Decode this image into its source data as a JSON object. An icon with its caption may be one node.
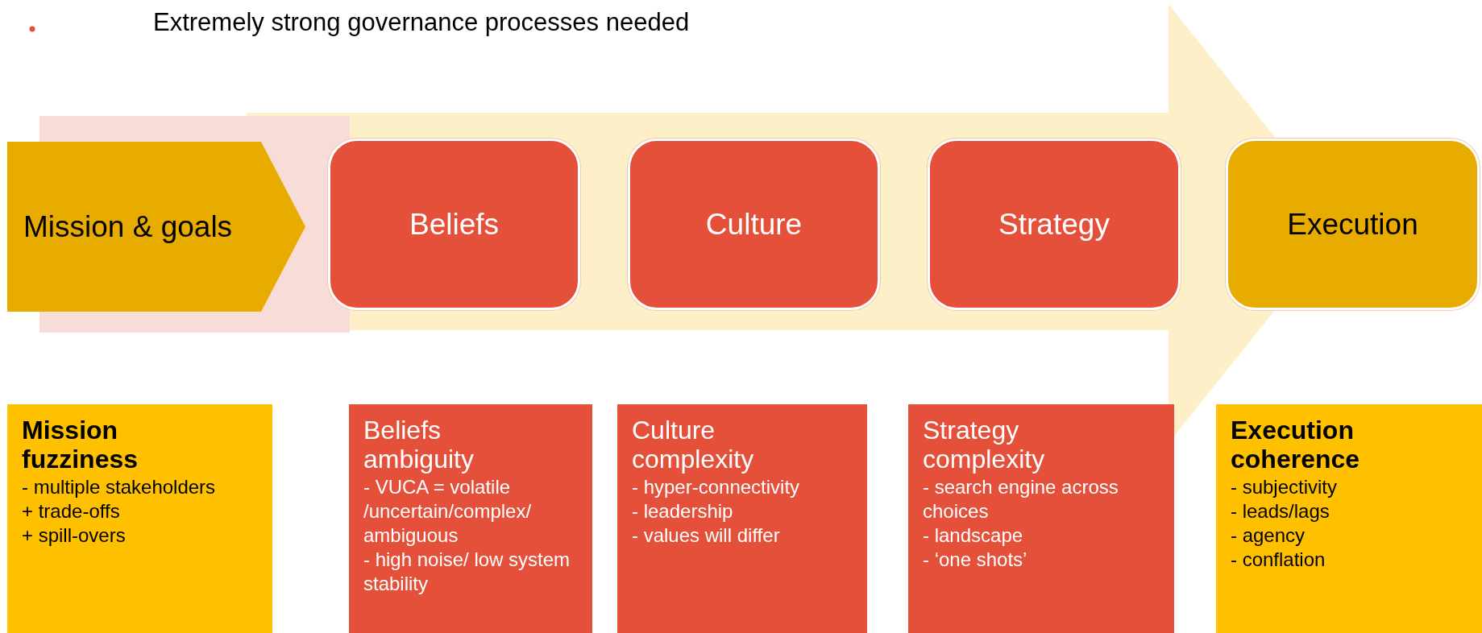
{
  "diagram": {
    "nodes": [
      {
        "text": [
          "Mission & goals"
        ]
      },
      {
        "text": [
          "Beliefs"
        ]
      },
      {
        "text": [
          "Culture"
        ]
      },
      {
        "text": [
          "Strategy"
        ]
      },
      {
        "text": [
          "Execution"
        ]
      },
      {
        "text": [
          "Mission fuzziness",
          "- multiple stakeholders",
          "+ trade-offs",
          "+ spill-overs"
        ]
      },
      {
        "text": [
          "Beliefs ambiguity",
          "- VUCA = volatile /uncertain/complex/ ambiguous",
          "- high noise/ low system stability"
        ]
      },
      {
        "text": [
          "Culture complexity",
          "- hyper-connectivity",
          "- leadership",
          "- values will differ"
        ]
      },
      {
        "text": [
          "Strategy complexity",
          "- search engine across choices",
          "- landscape",
          "- ‘one shots’"
        ]
      },
      {
        "text": [
          "Execution coherence",
          "- subjectivity",
          "- leads/lags",
          "- agency",
          "- conflation"
        ]
      }
    ],
    "edges": [
      {
        "from": 1,
        "to": 4,
        "arrow": "to",
        "style": "thick"
      }
    ],
    "labels": [
      "Extremely strong governance processes needed"
    ]
  }
}
